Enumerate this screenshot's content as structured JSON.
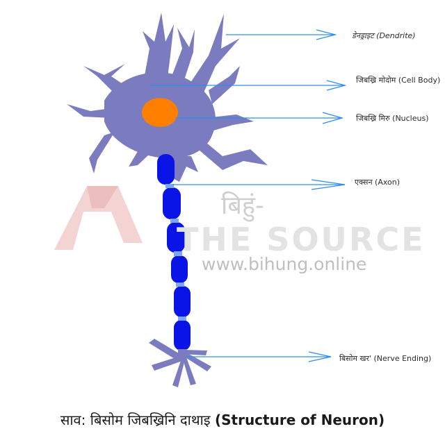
{
  "labels": {
    "dendrite": "डेनड्राइट (Dendrite)",
    "cell_body": "जिबख्रि मोदोम (Cell Body)",
    "nucleus": "जिबख्रि मिरु (Nucleus)",
    "axon": "एक्सन (Axon)",
    "nerve_ending": "बिसोम खर' (Nerve Ending)"
  },
  "caption": {
    "prefix": "साव: बिसोम जिबख्रिनि दाथाइ",
    "english": "(Structure of Neuron)"
  },
  "watermark": {
    "hindi": "बिहुं-",
    "brand": "THE SOURCE",
    "url": "www.bihung.online"
  },
  "colors": {
    "cell": "#7b7bbf",
    "nucleus": "#ff7f00",
    "axon": "#0a14e6",
    "node": "#7aa6ff",
    "arrow": "#2f8cf0",
    "watermark_logo": "#e8a0a0"
  }
}
